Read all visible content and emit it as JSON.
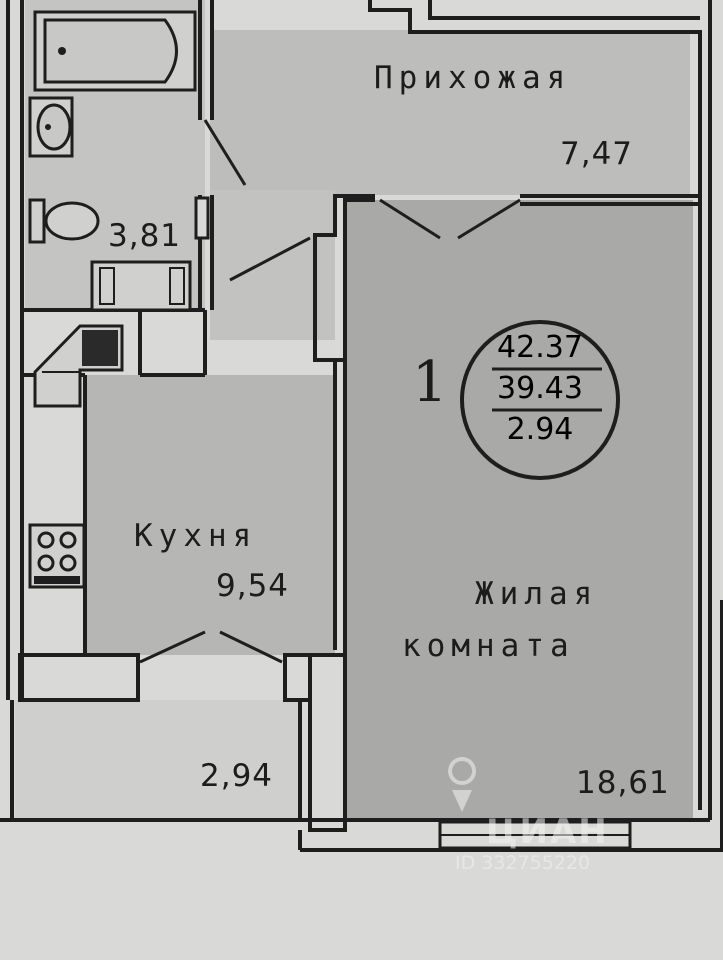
{
  "rooms": {
    "hallway": {
      "name": "Прихожая",
      "area": "7,47"
    },
    "bathroom": {
      "area": "3,81"
    },
    "kitchen": {
      "name": "Кухня",
      "area": "9,54"
    },
    "living": {
      "name_line1": "Жилая",
      "name_line2": "комната",
      "area": "18,61"
    },
    "balcony": {
      "area": "2,94"
    }
  },
  "apartment": {
    "room_count": "1",
    "total_area": "42.37",
    "living_area": "39.43",
    "balcony_area": "2.94"
  },
  "watermark": {
    "brand": "ЦИАН",
    "id_text": "ID 332755220"
  },
  "colors": {
    "wall": "#1e1e1e",
    "room_fill": "#bdbdbb",
    "living_fill": "#a9a9a7",
    "paper": "#d9d9d7"
  }
}
